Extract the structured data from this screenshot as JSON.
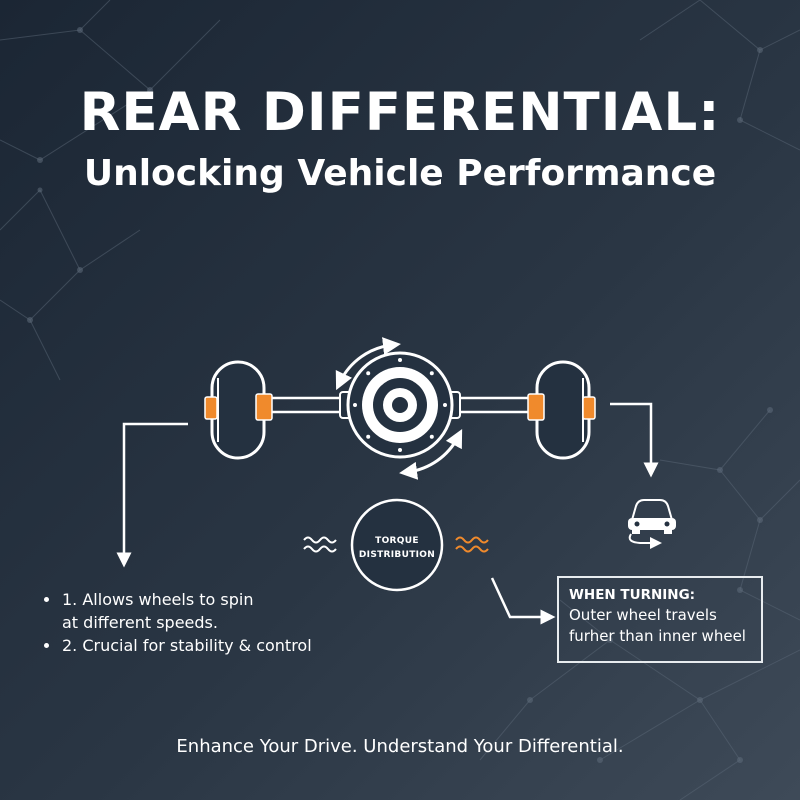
{
  "title": {
    "line1": "REAR DIFFERENTIAL:",
    "line2": "Unlocking Vehicle Performance"
  },
  "diagram": {
    "center_label": "TORQUE DISTRIBUTION",
    "accent_color": "#f08a2c",
    "line_color": "#ffffff",
    "icons": [
      "wheel-icon",
      "differential-gear-icon",
      "rotation-arrow-icon",
      "car-icon",
      "wave-icon"
    ]
  },
  "benefits": [
    "1. Allows wheels to spin",
    "at different speeds.",
    "2. Crucial for stability & control"
  ],
  "turning": {
    "heading": "WHEN TURNING:",
    "line1": "Outer wheel travels",
    "line2": "furher than inner wheel"
  },
  "tagline": "Enhance Your Drive. Understand Your Differential."
}
